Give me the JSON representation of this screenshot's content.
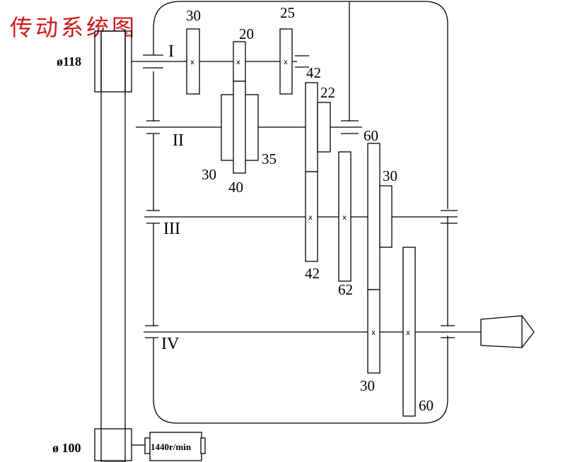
{
  "title": "传动系统图",
  "title_color": "#d01818",
  "pulleys": {
    "upper_diameter": "ø118",
    "lower_diameter": "ø 100"
  },
  "motor": {
    "speed": "1440r/min"
  },
  "shafts": [
    {
      "id": "shaft-1",
      "label": "I"
    },
    {
      "id": "shaft-2",
      "label": "II"
    },
    {
      "id": "shaft-3",
      "label": "III"
    },
    {
      "id": "shaft-4",
      "label": "IV"
    }
  ],
  "gears": {
    "shaft1_g30": "30",
    "shaft1_g20": "20",
    "shaft1_g25": "25",
    "shaft2_g30": "30",
    "shaft2_g40": "40",
    "shaft2_g35": "35",
    "shaft2_g42": "42",
    "shaft2_g22": "22",
    "shaft2_g60": "60",
    "shaft3_g42": "42",
    "shaft3_g62": "62",
    "shaft3_g30": "30",
    "shaft4_g30": "30",
    "shaft4_g60": "60"
  },
  "marks": {
    "fixed_gear": "x"
  },
  "output": {
    "name": "spindle-chuck"
  }
}
